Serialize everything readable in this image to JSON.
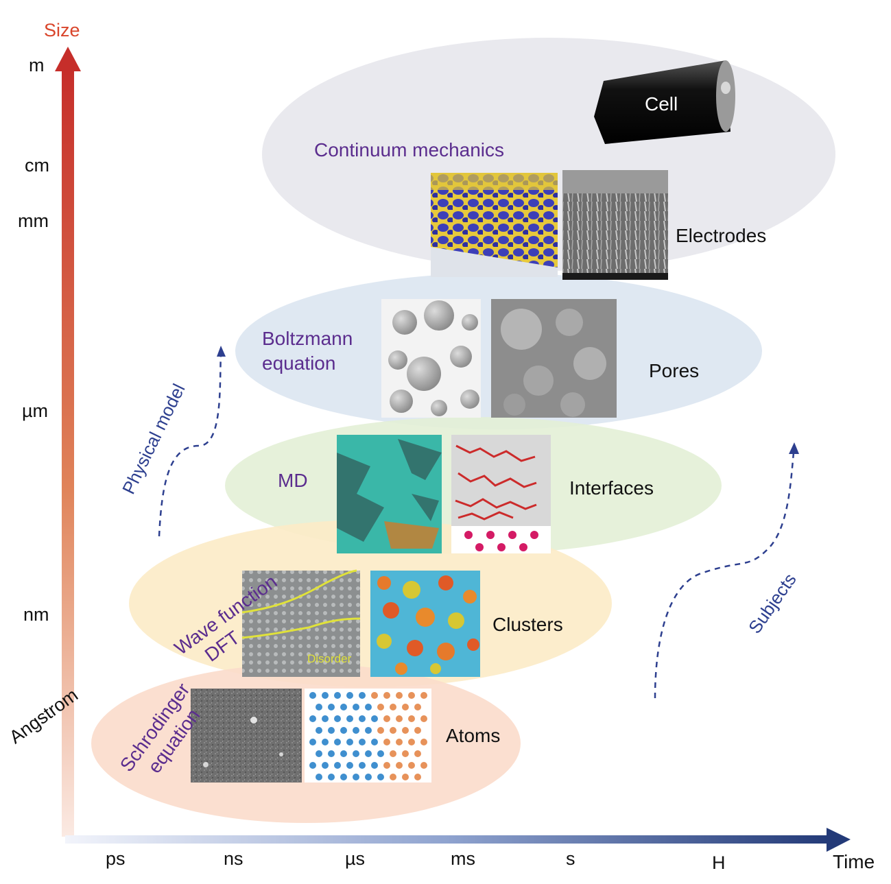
{
  "axes": {
    "y_title": "Size",
    "x_title": "Time",
    "y_ticks": [
      "m",
      "cm",
      "mm",
      "µm",
      "nm",
      "Angstrom"
    ],
    "x_ticks": [
      "ps",
      "ns",
      "µs",
      "ms",
      "s",
      "H"
    ],
    "colors": {
      "y_axis_top": "#c9302c",
      "y_axis_bottom": "#f6d8cc",
      "x_axis_start": "#e4e9f5",
      "x_axis_end": "#243a78",
      "size_title": "#d9452b"
    }
  },
  "arrows": {
    "physical_model": "Physical model",
    "subjects": "Subjects",
    "color": "#2d3f8f"
  },
  "levels": [
    {
      "id": "atoms",
      "model": "Schrodinger equation",
      "model_lines": [
        "Schrodinger",
        "equation"
      ],
      "subject": "Atoms",
      "color": "#fbdccb",
      "images": [
        "stem-noise-image",
        "atom-lattice-image"
      ]
    },
    {
      "id": "clusters",
      "model": "Wave function DFT",
      "model_lines": [
        "Wave function",
        "DFT"
      ],
      "subject": "Clusters",
      "color": "#fcebc6",
      "images": [
        "disorder-image",
        "cluster-particles-image"
      ],
      "image_text": "Disorder"
    },
    {
      "id": "interfaces",
      "model": "MD",
      "subject": "Interfaces",
      "color": "#e4efd6",
      "images": [
        "md-surface-image",
        "interface-molecules-image"
      ]
    },
    {
      "id": "pores",
      "model": "Boltzmann equation",
      "model_lines": [
        "Boltzmann",
        "equation"
      ],
      "subject": "Pores",
      "color": "#dde6f0",
      "images": [
        "porous-spheres-image",
        "sem-pores-image"
      ]
    },
    {
      "id": "electrodes",
      "model": "Continuum mechanics",
      "subject": "Electrodes",
      "cell_label": "Cell",
      "color": "#e8e8ec",
      "images": [
        "electrode-particles-image",
        "electrode-sem-image",
        "battery-cell-image"
      ]
    }
  ],
  "colors": {
    "model_text": "#5b2d8e",
    "subject_text": "#111111"
  }
}
